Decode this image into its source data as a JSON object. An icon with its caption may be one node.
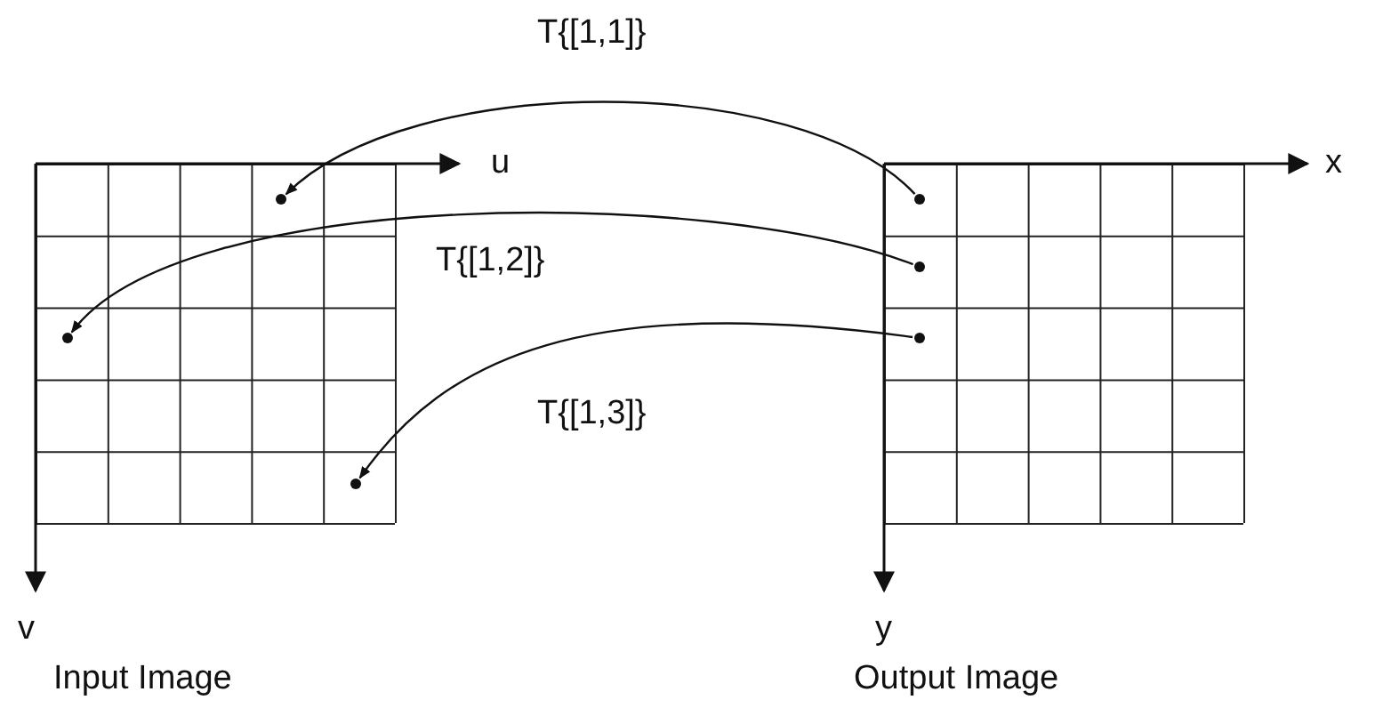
{
  "diagram": {
    "nodes": [
      {
        "text": [
          "Input Image"
        ]
      },
      {
        "text": [],
        "shape": "circle",
        "in": 0
      },
      {
        "text": [],
        "shape": "circle",
        "in": 0
      },
      {
        "text": [],
        "shape": "circle",
        "in": 0
      },
      {
        "text": [
          "Output Image"
        ]
      },
      {
        "text": [],
        "shape": "circle",
        "in": 4
      },
      {
        "text": [],
        "shape": "circle",
        "in": 4
      },
      {
        "text": [],
        "shape": "circle",
        "in": 4
      }
    ],
    "edges": [
      {
        "from": 5,
        "to": 1,
        "arrow": "to",
        "label": "T{[1,1]}"
      },
      {
        "from": 6,
        "to": 2,
        "arrow": "to",
        "label": "T{[1,2]}"
      },
      {
        "from": 7,
        "to": 3,
        "arrow": "to",
        "label": "T{[1,3]}"
      }
    ],
    "labels": [
      "u",
      "x",
      "v",
      "y"
    ]
  }
}
